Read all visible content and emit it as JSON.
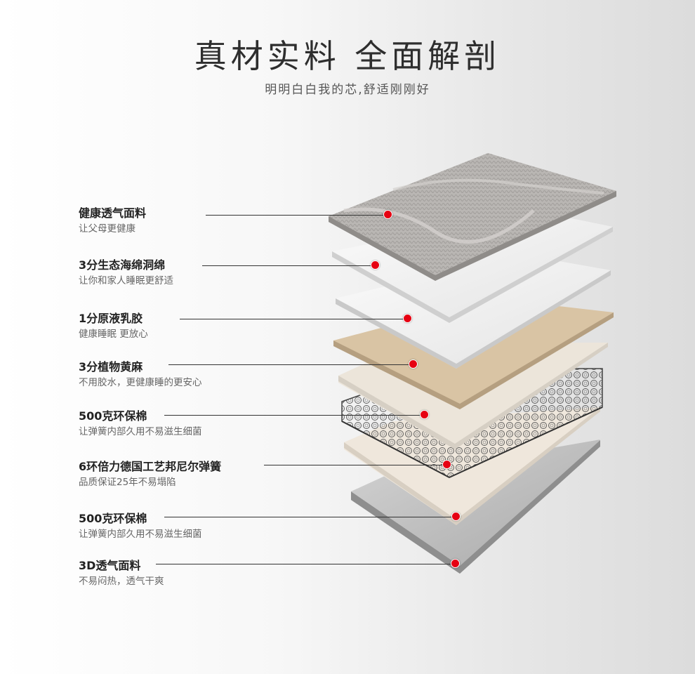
{
  "header": {
    "title": "真材实料 全面解剖",
    "subtitle": "明明白白我的芯,舒适刚刚好"
  },
  "colors": {
    "accent_dot": "#e60012",
    "title": "#2e2e2e",
    "layer_name": "#222222",
    "layer_desc": "#666666"
  },
  "layers": [
    {
      "name": "健康透气面料",
      "desc": "让父母更健康"
    },
    {
      "name": "3分生态海绵洞绵",
      "desc": "让你和家人睡眠更舒适"
    },
    {
      "name": "1分原液乳胶",
      "desc": "健康睡眠 更放心"
    },
    {
      "name": "3分植物黄麻",
      "desc": "不用胶水，更健康睡的更安心"
    },
    {
      "name": "500克环保棉",
      "desc": "让弹簧内部久用不易滋生细菌"
    },
    {
      "name": "6环倍力德国工艺邦尼尔弹簧",
      "desc": "品质保证25年不易塌陷"
    },
    {
      "name": "500克环保棉",
      "desc": "让弹簧内部久用不易滋生细菌"
    },
    {
      "name": "3D透气面料",
      "desc": "不易闷热，透气干爽"
    }
  ]
}
